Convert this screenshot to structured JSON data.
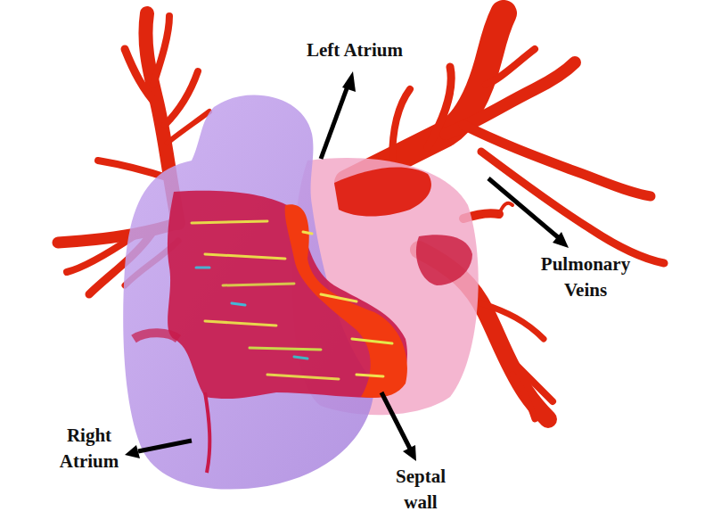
{
  "diagram": {
    "labels": [
      "Left Atrium",
      "Pulmonary Veins",
      "Right Atrium",
      "Septal wall"
    ]
  }
}
